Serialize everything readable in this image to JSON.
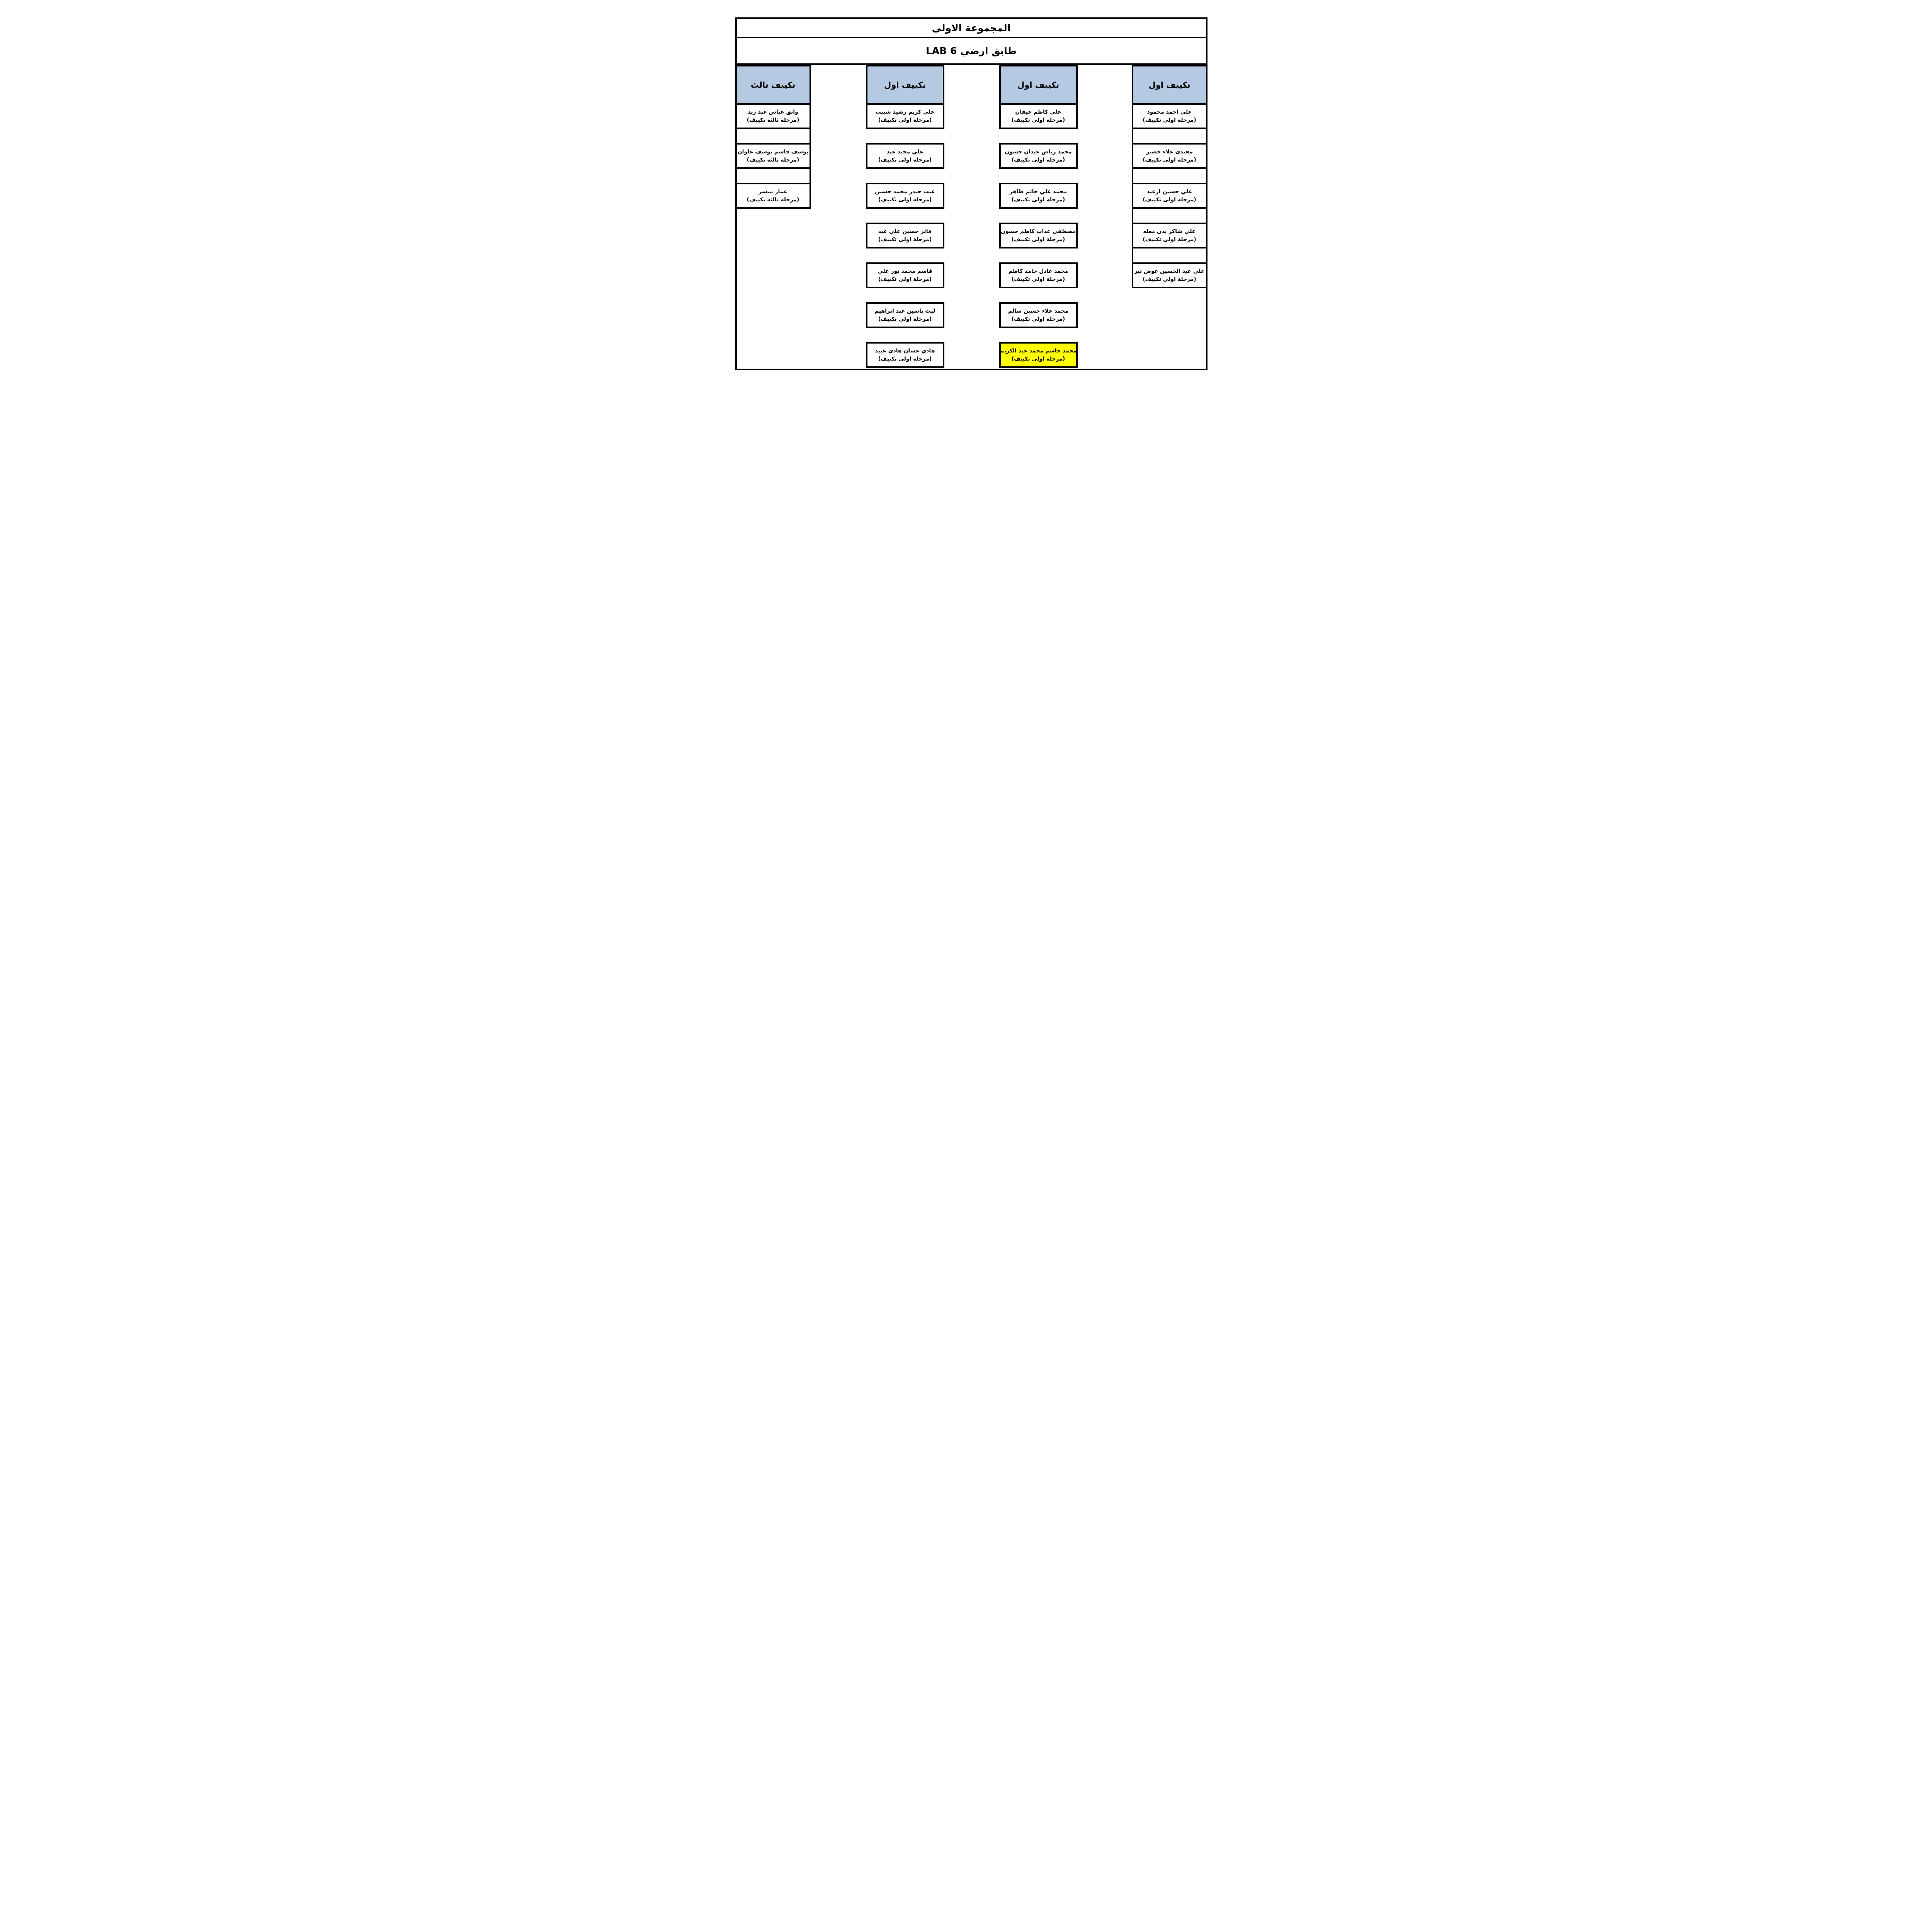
{
  "titles": {
    "group": "المجموعة الاولى",
    "location": "طابق ارضي LAB 6"
  },
  "colors": {
    "header_fill": "#b6c9e2",
    "highlight_fill": "#ffff00",
    "border": "#000000",
    "text": "#000000"
  },
  "columns": [
    {
      "header": "تكييف ثالث",
      "cells": [
        {
          "name": "واثق عباس عبد زيد",
          "stage": "(مرحلة ثالثة تكييف)"
        },
        {
          "name": "يوسف قاسم يوسف علوان",
          "stage": "(مرحلة ثالثة تكييف)"
        },
        {
          "name": "عمار ميسر",
          "stage": "(مرحلة ثالثة تكييف)"
        }
      ]
    },
    {
      "header": "تكييف اول",
      "cells": [
        {
          "name": "علي كريم رشيد شبيب",
          "stage": "(مرحلة اولى تكييف)"
        },
        {
          "name": "علي مجيد عبد",
          "stage": "(مرحلة اولى تكييف)"
        },
        {
          "name": "غيث حيدر محمد حسين",
          "stage": "(مرحلة اولى تكييف)"
        },
        {
          "name": "فائز حسين علي عبد",
          "stage": "(مرحلة اولى تكييف)"
        },
        {
          "name": "قاسم محمد نور علي",
          "stage": "(مرحلة اولى تكييف)"
        },
        {
          "name": "ليث ياسين عبد ابراهيم",
          "stage": "(مرحلة اولى تكييف)"
        },
        {
          "name": "هادي غسان هادي عبيد",
          "stage": "(مرحلة اولى تكييف)"
        }
      ]
    },
    {
      "header": "تكييف اول",
      "cells": [
        {
          "name": "علي كاظم عيفان",
          "stage": "(مرحلة اولى تكييف)"
        },
        {
          "name": "محمد رياض عيدان حسون",
          "stage": "(مرحلة اولى تكييف)"
        },
        {
          "name": "محمد علي حاتم طاهر",
          "stage": "(مرحلة اولى تكييف)"
        },
        {
          "name": "مصطفى عذاب كاظم حسون",
          "stage": "(مرحلة اولى تكييف)"
        },
        {
          "name": "محمد عادل حامد كاظم",
          "stage": "(مرحلة اولى تكييف)"
        },
        {
          "name": "محمد علاء حسين سالم",
          "stage": "(مرحلة اولى تكييف)"
        },
        {
          "name": "محمد جاسم محمد عبد الكريم",
          "stage": "(مرحلة اولى تكييف)",
          "highlighted": true
        }
      ]
    },
    {
      "header": "تكييف اول",
      "cells": [
        {
          "name": "علي احمد محمود",
          "stage": "(مرحلة اولى تكييف)"
        },
        {
          "name": "مقتدى علاء خضير",
          "stage": "(مرحلة اولى تكييف)"
        },
        {
          "name": "علي حسين ارعيد",
          "stage": "(مرحلة اولى تكييف)"
        },
        {
          "name": "علي شاكر بدن معله",
          "stage": "(مرحلة اولى تكييف)"
        },
        {
          "name": "علي عبد الحسين عوض تير",
          "stage": "(مرحلة اولى تكييف)"
        }
      ]
    }
  ]
}
